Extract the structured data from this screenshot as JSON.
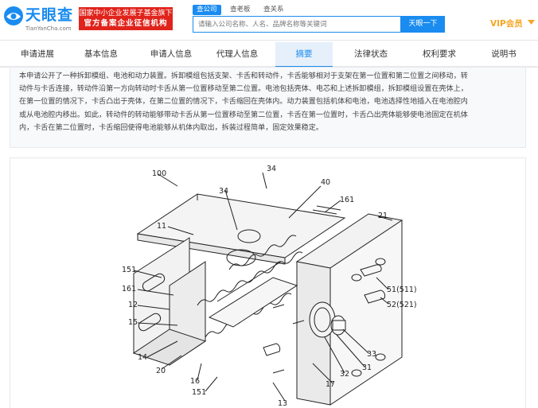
{
  "header": {
    "logo_cn": "天眼查",
    "logo_en": "TianYanCha.com",
    "banner_line1": "国家中小企业发展子基金旗下",
    "banner_line2": "官方备案企业征信机构",
    "search_tabs": [
      "查公司",
      "查老板",
      "查关系"
    ],
    "search_placeholder": "请输入公司名称、人名、品牌名称等关键词",
    "search_button": "天眼一下",
    "vip_label": "VIP会员",
    "brand_color": "#1a8cf0"
  },
  "nav": {
    "items": [
      "申请进展",
      "基本信息",
      "申请人信息",
      "代理人信息",
      "摘要",
      "法律状态",
      "权利要求",
      "说明书"
    ],
    "active_index": 4
  },
  "abstract": {
    "lines": [
      "本申请公开了一种拆卸模组、电池和动力装置。拆卸模组包括支架、卡舌和转动件，卡舌能够相对于支架在第一位置和第二位置之间移动，转",
      "动件与卡舌连接，转动件沿第一方向转动时卡舌从第一位置移动至第二位置。电池包括壳体、电芯和上述拆卸模组，拆卸模组设置在壳体上，",
      "在第一位置的情况下，卡舌凸出于壳体，在第二位置的情况下，卡舌缩回在壳体内。动力装置包括机体和电池，电池选择性地插入在电池腔内",
      "或从电池腔内移出。如此，转动件的转动能够带动卡舌从第一位置移动至第二位置，卡舌在第一位置时，卡舌凸出壳体能够使电池固定在机体",
      "内，卡舌在第二位置时，卡舌缩回使得电池能够从机体内取出，拆装过程简单，固定效果稳定。"
    ]
  },
  "drawing": {
    "labels": {
      "l100": "100",
      "l34a": "34",
      "l34b": "34",
      "l40": "40",
      "l161a": "161",
      "l21": "21",
      "l11": "11",
      "l151a": "151",
      "l161b": "161",
      "l12": "12",
      "l15": "15",
      "l14": "14",
      "l20": "20",
      "l16": "16",
      "l151b": "151",
      "l13": "13",
      "l17": "17",
      "l32": "32",
      "l31": "31",
      "l33": "33",
      "l51": "51(511)",
      "l52": "52(521)"
    }
  }
}
